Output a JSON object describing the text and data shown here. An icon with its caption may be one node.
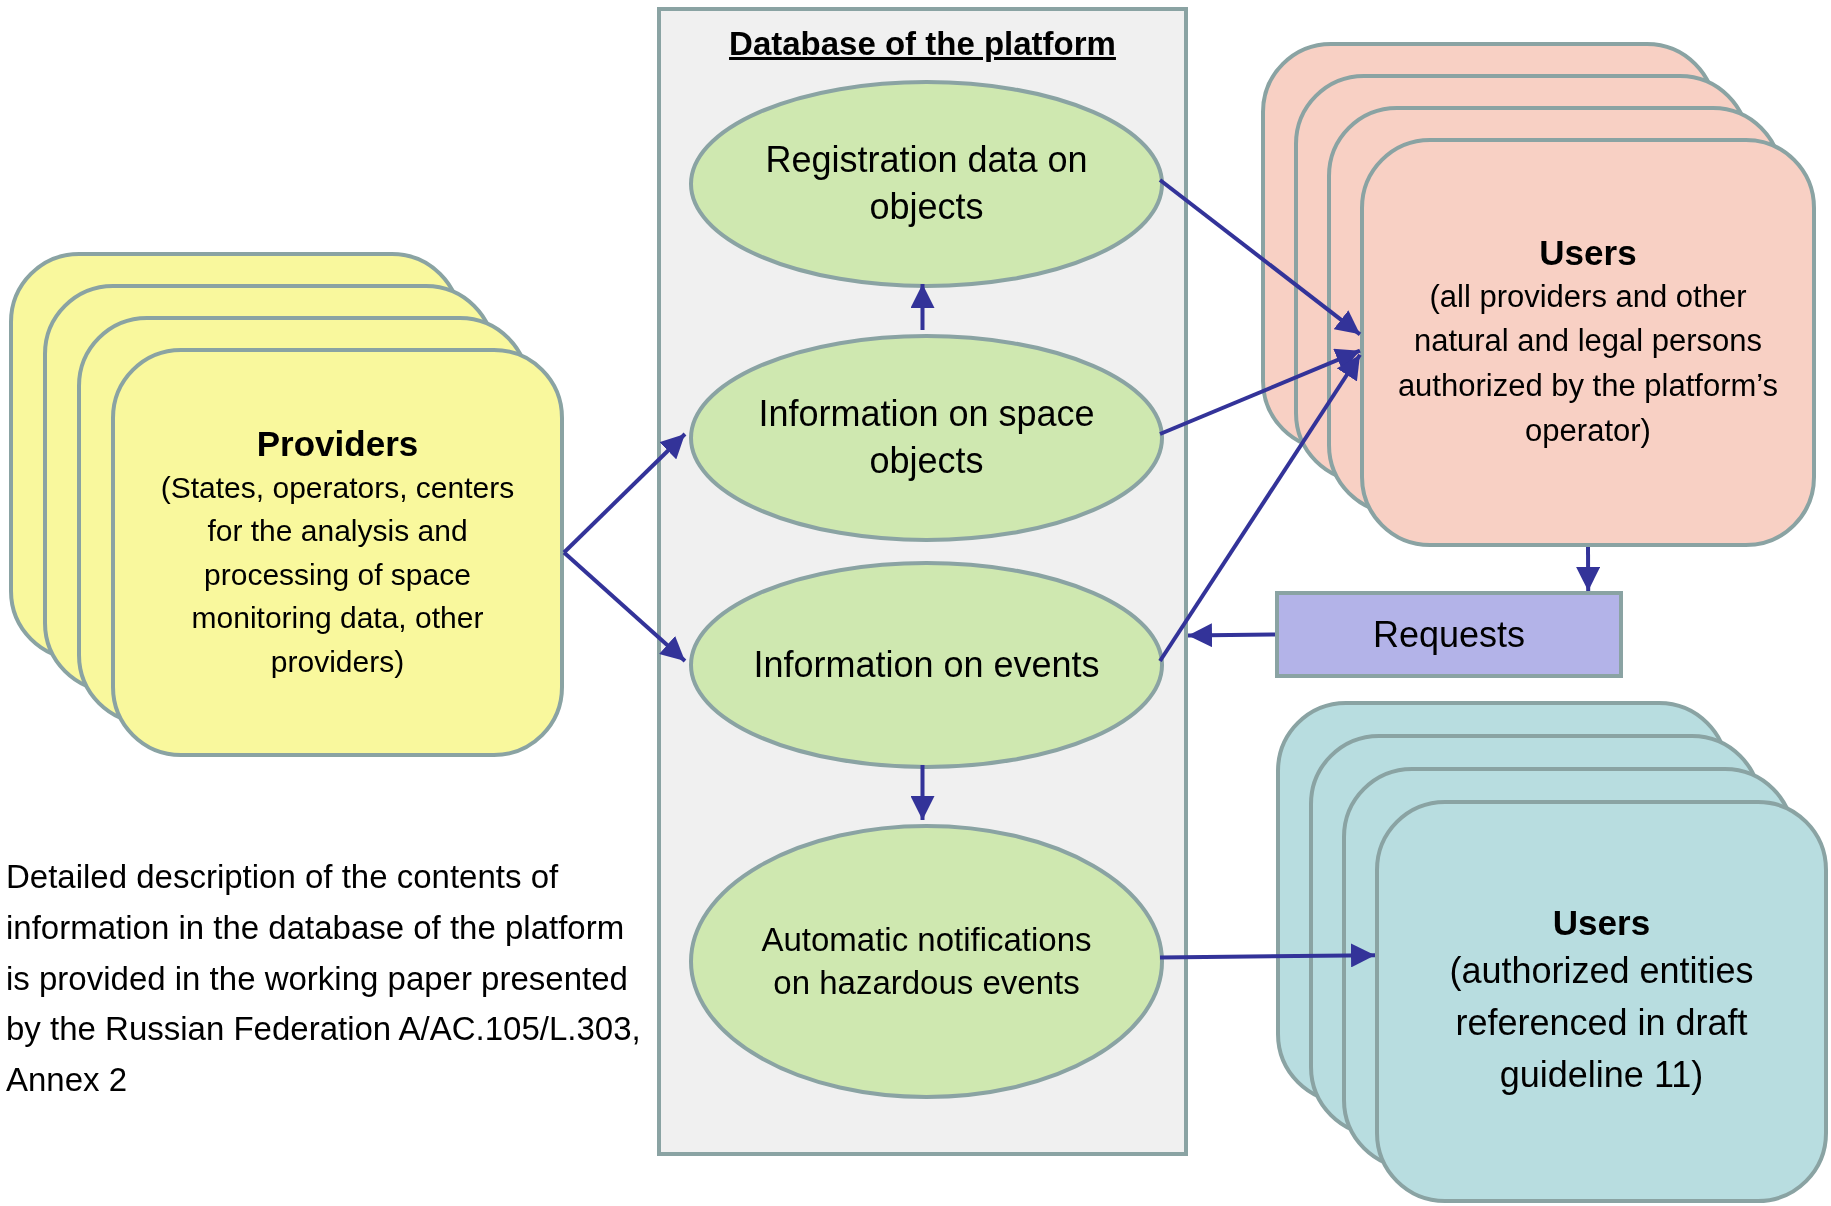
{
  "diagram": {
    "nodes": [
      {
        "text": [
          "Database of the platform"
        ]
      },
      {
        "text": [
          "Registration data on objects"
        ],
        "in": 0
      },
      {
        "text": [
          "Information on space objects"
        ],
        "in": 0
      },
      {
        "text": [
          "Information on events"
        ],
        "in": 0
      },
      {
        "text": [
          "Automatic notifications on hazardous events"
        ],
        "in": 0
      },
      {
        "text": [
          "Providers",
          "(States, operators, centers for the analysis and processing of space monitoring data, other providers)"
        ]
      },
      {
        "text": [
          "Users",
          "(all providers and other natural and legal persons authorized by the platform’s operator)"
        ]
      },
      {
        "text": [
          "Requests"
        ]
      },
      {
        "text": [
          "Users",
          "(authorized entities referenced in draft guideline 11)"
        ]
      }
    ],
    "edges": [
      {
        "from": 5,
        "to": 2,
        "arrow": "to"
      },
      {
        "from": 5,
        "to": 3,
        "arrow": "to"
      },
      {
        "from": 2,
        "to": 1,
        "arrow": "to"
      },
      {
        "from": 1,
        "to": 6,
        "arrow": "to"
      },
      {
        "from": 2,
        "to": 6,
        "arrow": "to"
      },
      {
        "from": 3,
        "to": 6,
        "arrow": "to"
      },
      {
        "from": 6,
        "to": 7,
        "arrow": "to"
      },
      {
        "from": 7,
        "to": 0,
        "arrow": "to"
      },
      {
        "from": 3,
        "to": 4,
        "arrow": "to"
      },
      {
        "from": 4,
        "to": 8,
        "arrow": "to"
      }
    ],
    "labels": [
      "Detailed description of the contents of information in the database of the platform is provided in the working paper presented by the Russian Federation A/AC.105/L.303, Annex 2"
    ]
  }
}
